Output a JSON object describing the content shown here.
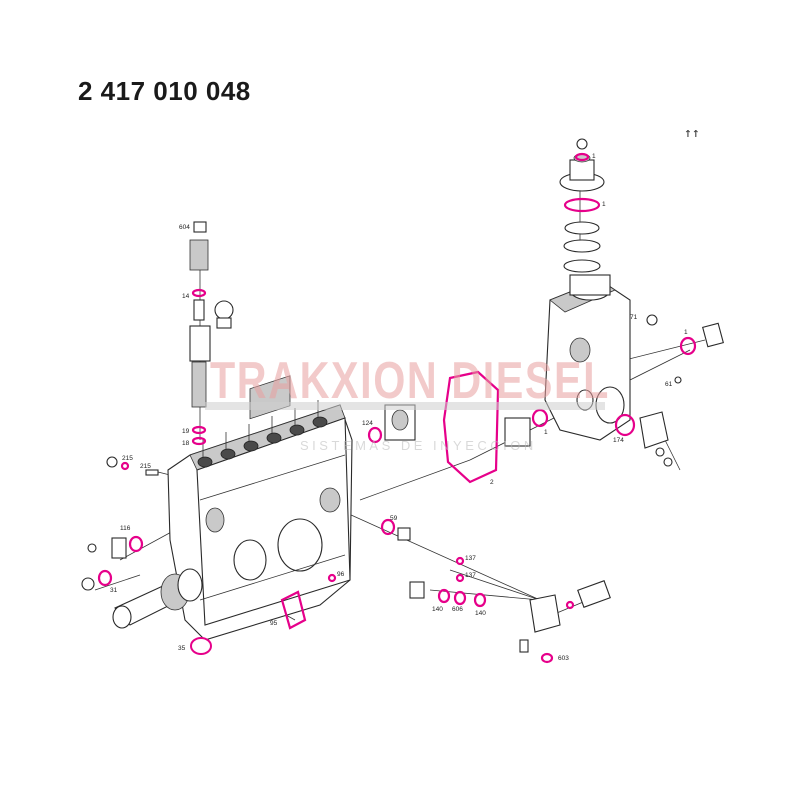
{
  "title": "2 417 010 048",
  "corner_mark": "↑↑",
  "watermark": {
    "brand": "TRAKXION DIESEL",
    "tagline": "SISTEMAS DE INYECCION"
  },
  "callouts": {
    "c604": "604",
    "c14": "14",
    "c19": "19",
    "c18": "18",
    "c215a": "215",
    "c215b": "215",
    "c116": "116",
    "c31": "31",
    "c95": "95",
    "c35": "35",
    "c96": "96",
    "c124": "124",
    "c2": "2",
    "c1a": "1",
    "c1b": "1",
    "c1c": "1",
    "c1d": "1",
    "c71": "71",
    "c61": "61",
    "c174": "174",
    "c59": "59",
    "c137a": "137",
    "c137b": "137",
    "c140a": "140",
    "c606": "606",
    "c140b": "140",
    "c603": "603"
  },
  "colors": {
    "highlight": "#e6008a",
    "line": "#333333",
    "watermark": "#e8a0a0"
  }
}
